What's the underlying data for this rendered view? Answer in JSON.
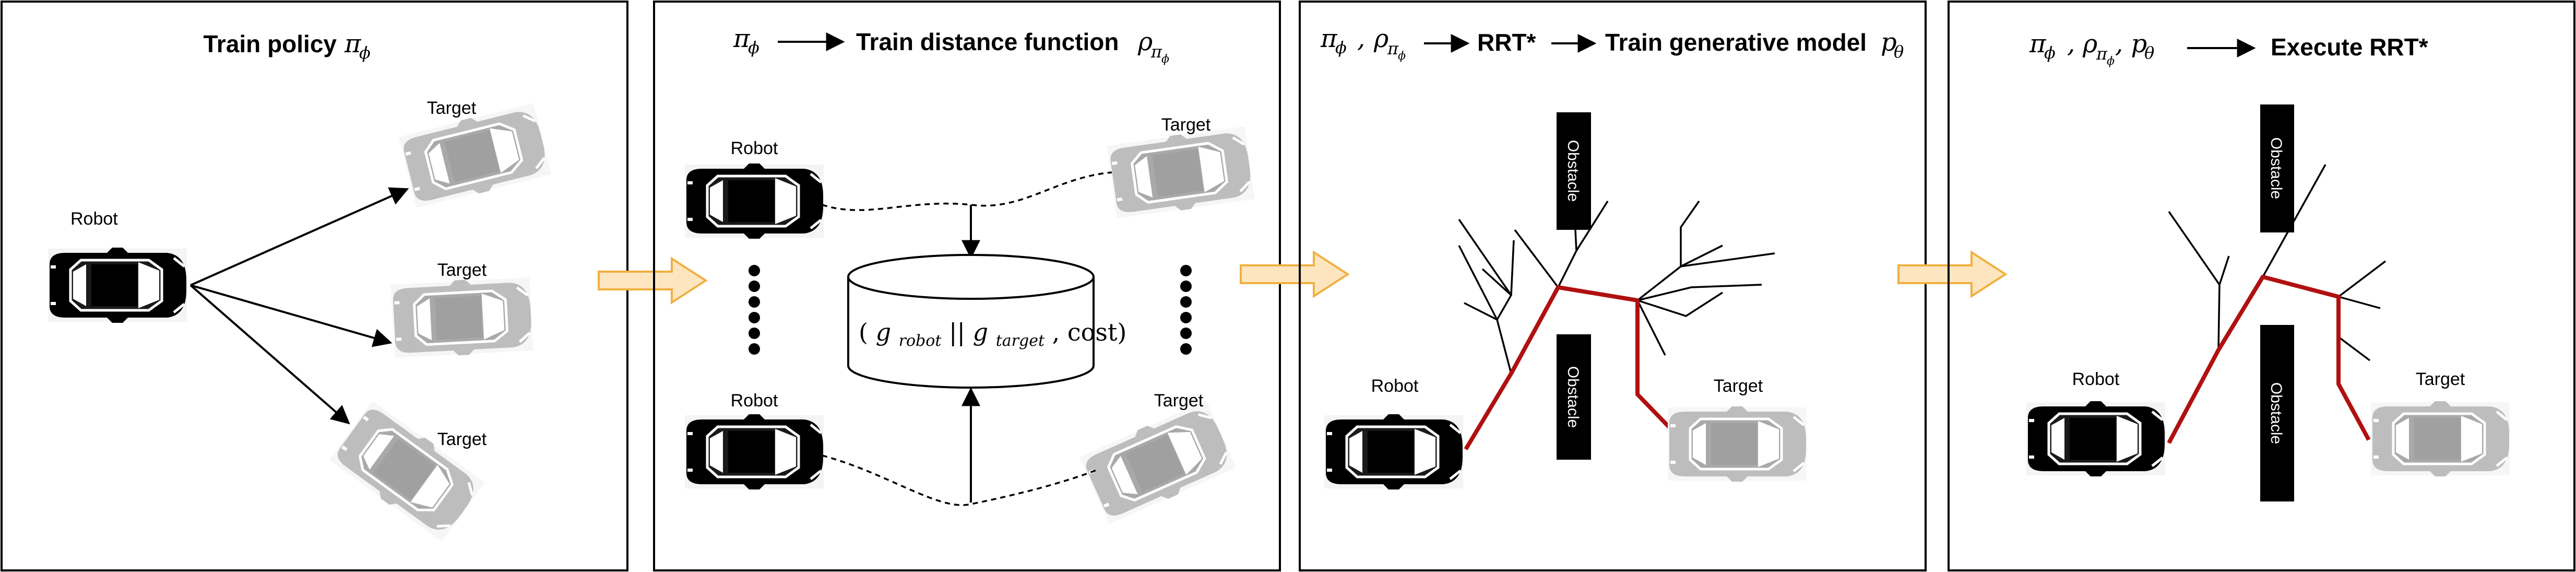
{
  "panels": [
    {
      "header_text": "Train policy",
      "header_math": "π",
      "header_math_sub": "ϕ",
      "labels": {
        "robot": "Robot",
        "target_1": "Target",
        "target_2": "Target",
        "target_3": "Target"
      }
    },
    {
      "header_math": "π",
      "header_math_sub": "ϕ",
      "header_text": "Train distance function",
      "header_math2": "ρ",
      "header_math2_sub": "π",
      "header_math2_subsub": "ϕ",
      "labels": {
        "robot_1": "Robot",
        "robot_2": "Robot",
        "target_1": "Target",
        "target_2": "Target"
      },
      "database_label": "(g_robot || g_target, cost)",
      "database_parts": {
        "open": "(",
        "g1": "g",
        "g1_sub": "robot",
        "sep": "||",
        "g2": "g",
        "g2_sub": "target",
        "cost": ", cost)"
      }
    },
    {
      "header_math": "π",
      "header_math_sub": "ϕ",
      "header_comma": ",",
      "header_math2": "ρ",
      "header_math2_sub": "π",
      "header_math2_subsub": "ϕ",
      "header_rrt": "RRT*",
      "header_text": "Train generative model",
      "header_math3": "p",
      "header_math3_sub": "θ",
      "labels": {
        "robot": "Robot",
        "target": "Target",
        "obstacle_top": "Obstacle",
        "obstacle_bottom": "Obstacle"
      }
    },
    {
      "header_math": "π",
      "header_math_sub": "ϕ",
      "header_comma": ",",
      "header_math2": "ρ",
      "header_math2_sub": "π",
      "header_math2_subsub": "ϕ",
      "header_math3": ", p",
      "header_math3_sub": "θ",
      "header_text": "Execute RRT*",
      "labels": {
        "robot": "Robot",
        "target": "Target",
        "obstacle_top": "Obstacle",
        "obstacle_bottom": "Obstacle"
      }
    }
  ],
  "colors": {
    "path_red": "#b01010",
    "flow_arrow_fill": "#fde6bf",
    "flow_arrow_stroke": "#f0b040",
    "robot_car": "#000000",
    "target_car": "#b3b3b3",
    "obstacle": "#000000"
  }
}
